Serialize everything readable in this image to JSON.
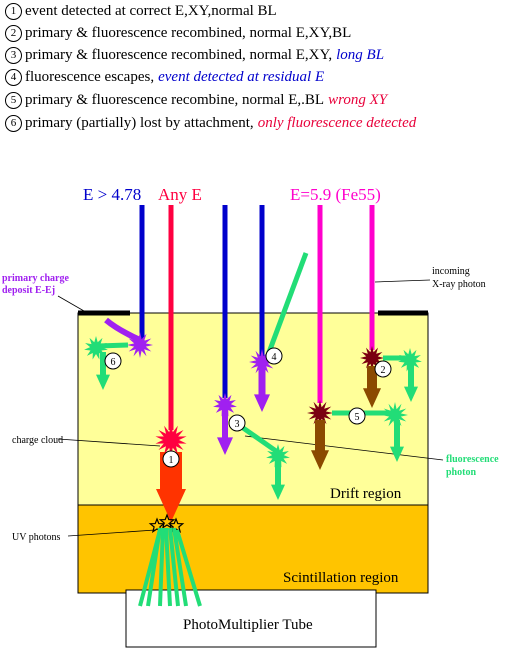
{
  "legend": [
    {
      "num": "1",
      "text": "event detected at correct E,XY,normal BL",
      "highlight": "",
      "highlight_color": ""
    },
    {
      "num": "2",
      "text": "primary & fluorescence recombined, normal E,XY,BL",
      "highlight": "",
      "highlight_color": ""
    },
    {
      "num": "3",
      "text": "primary & fluorescence recombined, normal E,XY,",
      "highlight": "long BL",
      "highlight_color": "blue"
    },
    {
      "num": "4",
      "text": "fluorescence escapes,",
      "highlight": "event detected at residual E",
      "highlight_color": "blue"
    },
    {
      "num": "5",
      "text": "primary & fluorescence recombine, normal E,.BL",
      "highlight": "wrong XY",
      "highlight_color": "red"
    },
    {
      "num": "6",
      "text": "primary (partially) lost by attachment,",
      "highlight": "only fluorescence detected",
      "highlight_color": "red"
    }
  ],
  "beams": {
    "e_gt": "E > 4.78",
    "any_e": "Any E",
    "fe55": "E=5.9 (Fe55)"
  },
  "labels": {
    "primary_charge_1": "primary charge",
    "primary_charge_2": "deposit E-Ej",
    "incoming_1": "incoming",
    "incoming_2": "X-ray photon",
    "charge_cloud": "charge cloud",
    "fluorescence_1": "fluorescence",
    "fluorescence_2": "photon",
    "drift_region": "Drift region",
    "uv_photons": "UV photons",
    "scint_region": "Scintillation region",
    "pmt": "PhotoMultiplier Tube"
  },
  "markers": [
    "1",
    "2",
    "3",
    "4",
    "5",
    "6"
  ],
  "colors": {
    "drift": "#ffff99",
    "scint": "#ffc400",
    "blue": "#0000cc",
    "red": "#ff0040",
    "magenta": "#ff00cc",
    "purple": "#a020f0",
    "green": "#22dd77",
    "darkred": "#7a0010",
    "brown": "#8b4a00",
    "orange": "#ff3300"
  }
}
